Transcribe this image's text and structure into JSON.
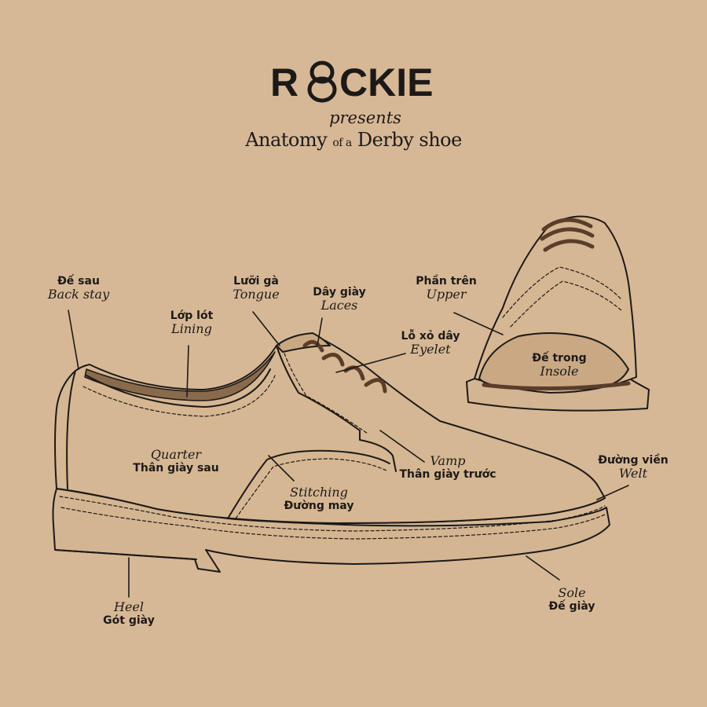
{
  "brand": {
    "logo_text": "R8CKIE",
    "logo_r": "R",
    "logo_ckie": "CKIE"
  },
  "header": {
    "presents": "presents",
    "title_part1": "Anatomy",
    "title_part2": "of a",
    "title_part3": "Derby shoe"
  },
  "labels": {
    "back_stay": {
      "vi": "Đế sau",
      "en": "Back stay"
    },
    "lining": {
      "vi": "Lớp lót",
      "en": "Lining"
    },
    "tongue": {
      "vi": "Lưỡi gà",
      "en": "Tongue"
    },
    "laces": {
      "vi": "Dây giày",
      "en": "Laces"
    },
    "eyelet": {
      "vi": "Lỗ xỏ dây",
      "en": "Eyelet"
    },
    "upper": {
      "vi": "Phần trên",
      "en": "Upper"
    },
    "insole": {
      "vi": "Đế trong",
      "en": "Insole"
    },
    "quarter": {
      "en": "Quarter",
      "vi": "Thân giày sau"
    },
    "vamp": {
      "en": "Vamp",
      "vi": "Thân giày trước"
    },
    "stitching": {
      "en": "Stitching",
      "vi": "Đường may"
    },
    "welt": {
      "vi": "Đường viền",
      "en": "Welt"
    },
    "heel": {
      "en": "Heel",
      "vi": "Gót giày"
    },
    "sole": {
      "en": "Sole",
      "vi": "Đế giày"
    }
  }
}
